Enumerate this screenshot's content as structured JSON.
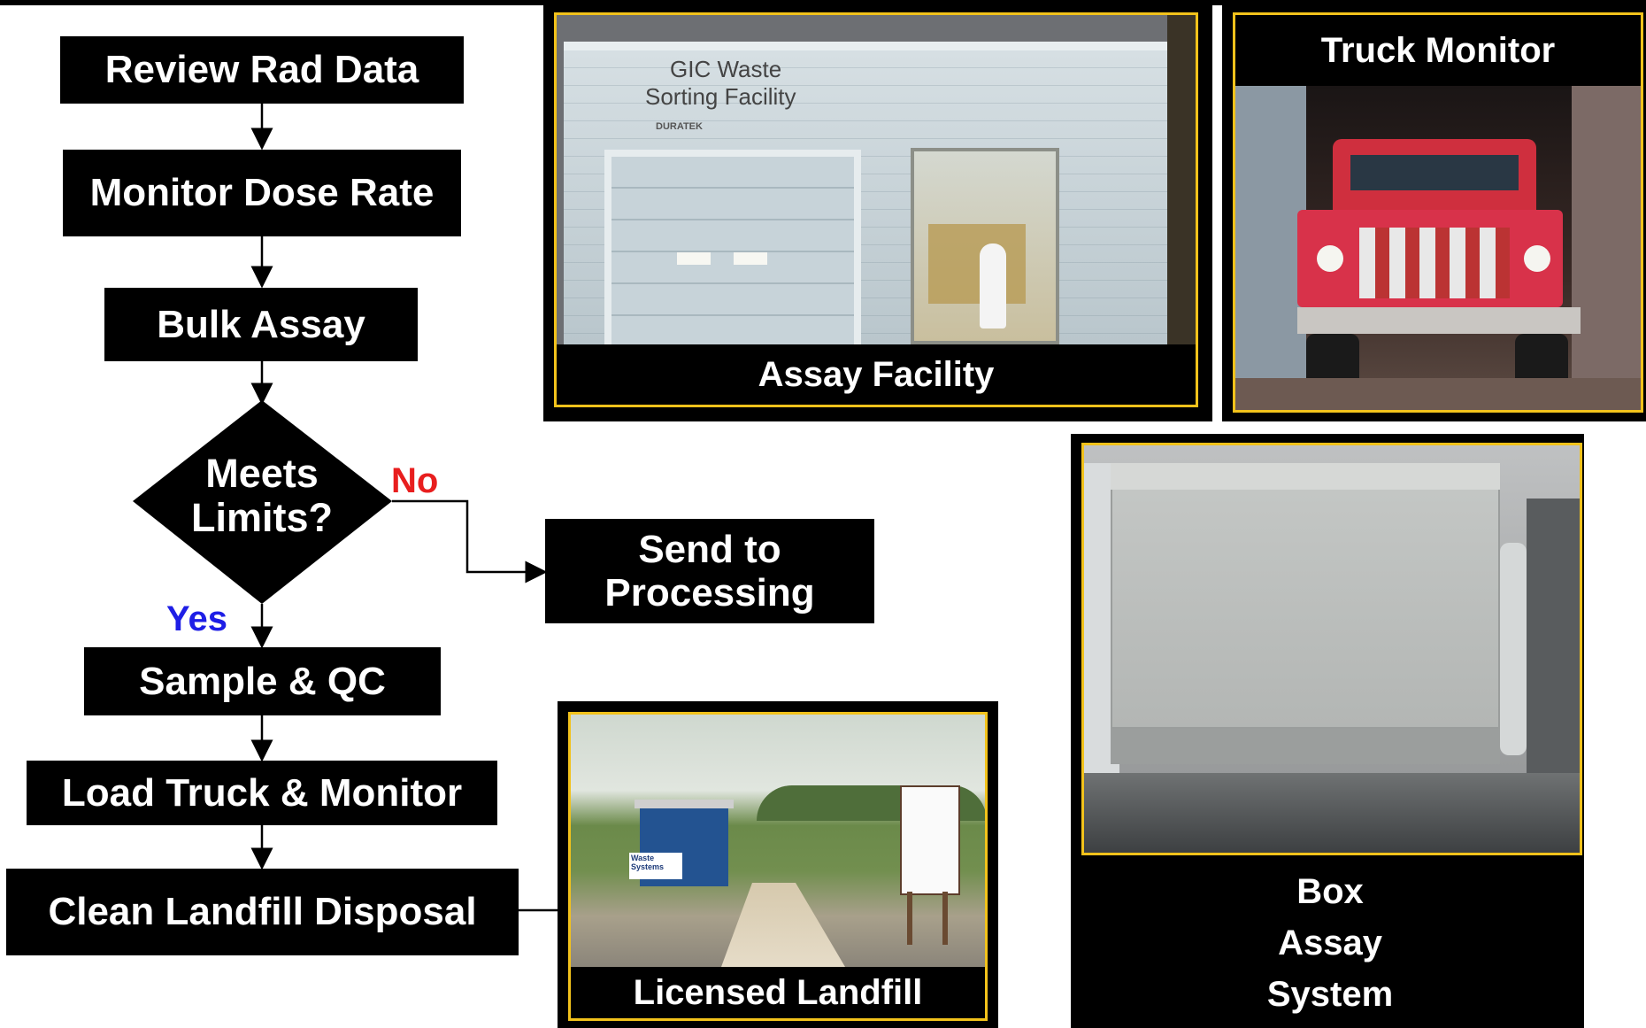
{
  "flowchart": {
    "steps": [
      "Review Rad Data",
      "Monitor Dose Rate",
      "Bulk Assay",
      "Sample & QC",
      "Load Truck & Monitor",
      "Clean Landfill Disposal"
    ],
    "decision": [
      "Meets",
      "Limits?"
    ],
    "no_label": "No",
    "yes_label": "Yes",
    "side_box": [
      "Send to",
      "Processing"
    ]
  },
  "photos": {
    "assay_facility": {
      "caption": "Assay Facility",
      "sign_line1": "GIC Waste",
      "sign_line2": "Sorting Facility",
      "sign_brand": "DURATEK"
    },
    "truck_monitor": {
      "caption": "Truck Monitor"
    },
    "box_assay": {
      "caption_lines": [
        "Box",
        "Assay",
        "System"
      ]
    },
    "landfill": {
      "caption": "Licensed Landfill",
      "booth_sign": "Waste Systems"
    }
  },
  "colors": {
    "no": "#e81e1e",
    "yes": "#1e1ee6",
    "panel_border": "#f2c21b"
  }
}
